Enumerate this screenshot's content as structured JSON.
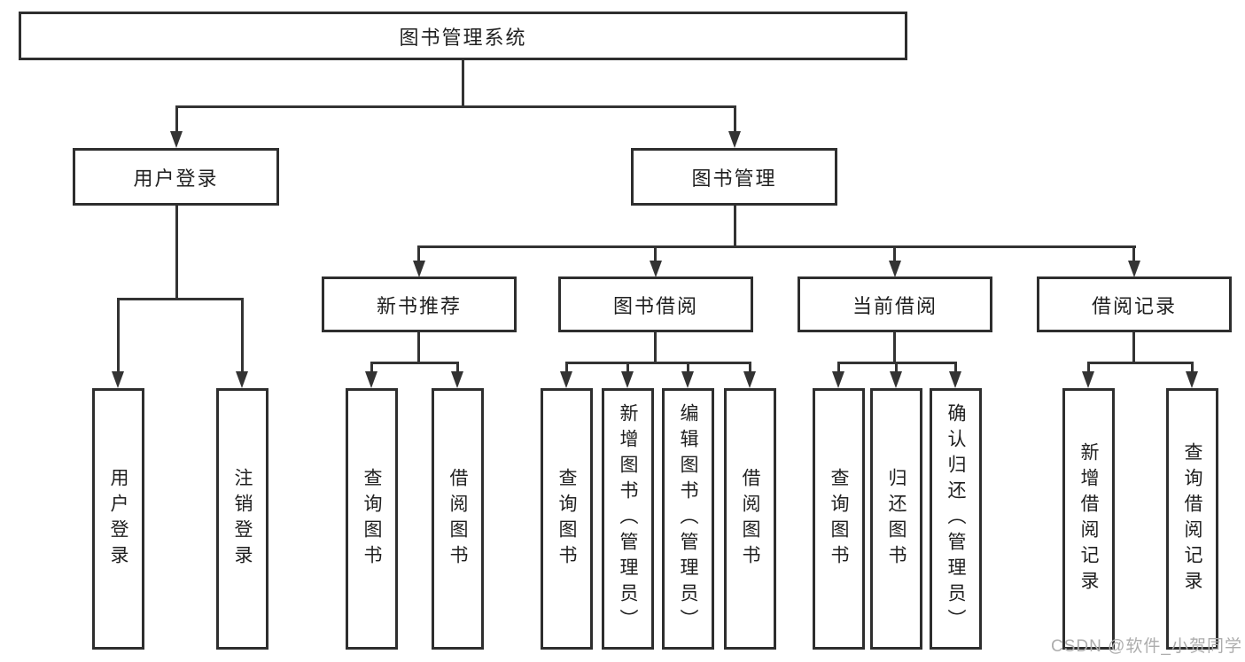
{
  "diagram": {
    "colors": {
      "line": "#333333",
      "box_border": "#2e2e2e",
      "text": "#1f1f1f",
      "watermark": "#adadad",
      "background": "#ffffff"
    },
    "nodes": {
      "root": "图书管理系统",
      "user_login": "用户登录",
      "book_management": "图书管理",
      "new_book_recommend": "新书推荐",
      "book_borrow": "图书借阅",
      "current_borrow": "当前借阅",
      "borrow_record": "借阅记录"
    },
    "leaves": {
      "user_login": [
        "用户登录",
        "注销登录"
      ],
      "new_book_recommend": [
        "查询图书",
        "借阅图书"
      ],
      "book_borrow": [
        "查询图书",
        "新增图书（管理员）",
        "编辑图书（管理员）",
        "借阅图书"
      ],
      "current_borrow": [
        "查询图书",
        "归还图书",
        "确认归还（管理员）"
      ],
      "borrow_record": [
        "新增借阅记录",
        "查询借阅记录"
      ]
    }
  },
  "watermark": {
    "text": "CSDN @软件_小贺同学"
  }
}
